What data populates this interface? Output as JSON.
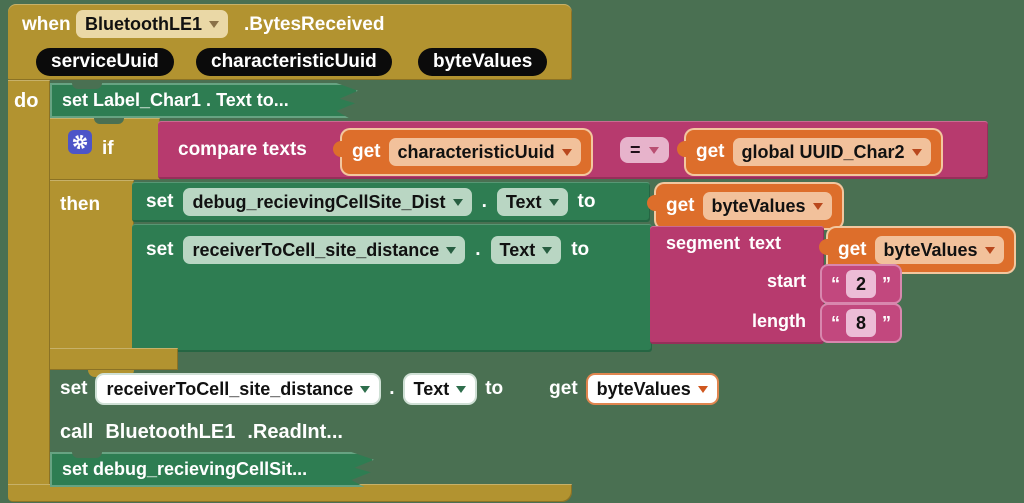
{
  "colors": {
    "workspace_bg": "#4a7052",
    "event_block_gold": "#b29330",
    "set_block_green": "#2e7d52",
    "text_block_pink": "#b73a6e",
    "get_block_orange": "#dd6e2b",
    "param_pill_black": "#0b0b0b",
    "mutator_blue": "#4d55c8"
  },
  "punct": {
    "dot": "."
  },
  "when": {
    "kw": "when",
    "component": "BluetoothLE1",
    "event": ".BytesReceived",
    "params": [
      "serviceUuid",
      "characteristicUuid",
      "byteValues"
    ],
    "do_kw": "do"
  },
  "collapsed_top": "set  Label_Char1 . Text  to...",
  "if": {
    "kw": "if",
    "then_kw": "then",
    "compare": {
      "label": "compare texts",
      "get": "get",
      "left_var": "characteristicUuid",
      "op": "=",
      "right_var": "global UUID_Char2"
    },
    "row1": {
      "set": "set",
      "component": "debug_recievingCellSite_Dist",
      "prop": "Text",
      "to": "to",
      "get": "get",
      "var": "byteValues"
    },
    "row2": {
      "set": "set",
      "component": "receiverToCell_site_distance",
      "prop": "Text",
      "to": "to"
    },
    "segment": {
      "kw": "segment",
      "text_label": "text",
      "get": "get",
      "var": "byteValues",
      "start_label": "start",
      "start_val": "2",
      "length_label": "length",
      "length_val": "8",
      "oq": "“",
      "cq": "”"
    }
  },
  "bottom": {
    "set_row": {
      "set": "set",
      "component": "receiverToCell_site_distance",
      "prop": "Text",
      "to": "to",
      "get": "get",
      "var": "byteValues"
    },
    "call_row": {
      "kw": "call",
      "component": "BluetoothLE1",
      "method": ".ReadInt..."
    },
    "collapsed": "set  debug_recievingCellSit..."
  }
}
